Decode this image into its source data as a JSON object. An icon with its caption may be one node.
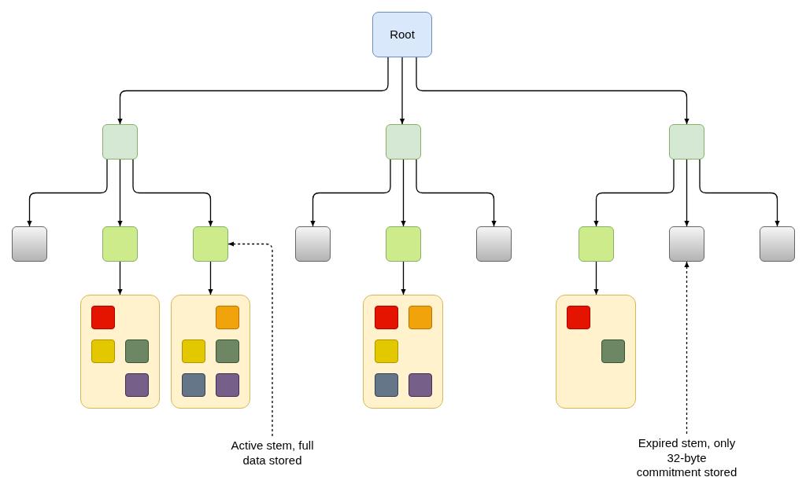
{
  "diagram": {
    "nodes": [
      {
        "text": [
          "Root"
        ]
      },
      {
        "text": [],
        "shape": "box"
      },
      {
        "text": [],
        "shape": "box"
      },
      {
        "text": [],
        "shape": "box"
      },
      {
        "text": [],
        "shape": "box"
      },
      {
        "text": [],
        "shape": "box"
      },
      {
        "text": [],
        "shape": "box"
      },
      {
        "text": [],
        "shape": "box"
      },
      {
        "text": [],
        "shape": "box"
      },
      {
        "text": [],
        "shape": "box"
      },
      {
        "text": [],
        "shape": "box"
      },
      {
        "text": [],
        "shape": "box"
      },
      {
        "text": [],
        "shape": "box"
      },
      {
        "text": [],
        "shape": "box"
      },
      {
        "text": [],
        "shape": "box",
        "in": 13
      },
      {
        "text": [],
        "shape": "box",
        "in": 13
      },
      {
        "text": [],
        "shape": "box",
        "in": 13
      },
      {
        "text": [],
        "shape": "box",
        "in": 13
      },
      {
        "text": [],
        "shape": "box"
      },
      {
        "text": [],
        "shape": "box",
        "in": 18
      },
      {
        "text": [],
        "shape": "box",
        "in": 18
      },
      {
        "text": [],
        "shape": "box",
        "in": 18
      },
      {
        "text": [],
        "shape": "box",
        "in": 18
      },
      {
        "text": [],
        "shape": "box",
        "in": 18
      },
      {
        "text": [],
        "shape": "box"
      },
      {
        "text": [],
        "shape": "box",
        "in": 24
      },
      {
        "text": [],
        "shape": "box",
        "in": 24
      },
      {
        "text": [],
        "shape": "box",
        "in": 24
      },
      {
        "text": [],
        "shape": "box",
        "in": 24
      },
      {
        "text": [],
        "shape": "box",
        "in": 24
      },
      {
        "text": [],
        "shape": "box"
      },
      {
        "text": [],
        "shape": "box",
        "in": 30
      },
      {
        "text": [],
        "shape": "box",
        "in": 30
      },
      {
        "text": [
          "Active stem, full data stored"
        ]
      },
      {
        "text": [
          "Expired stem, only 32-byte commitment stored"
        ]
      }
    ],
    "edges": [
      {
        "from": 0,
        "to": 1,
        "arrow": "to"
      },
      {
        "from": 0,
        "to": 2,
        "arrow": "to"
      },
      {
        "from": 0,
        "to": 3,
        "arrow": "to"
      },
      {
        "from": 1,
        "to": 4,
        "arrow": "to"
      },
      {
        "from": 1,
        "to": 5,
        "arrow": "to"
      },
      {
        "from": 1,
        "to": 6,
        "arrow": "to"
      },
      {
        "from": 2,
        "to": 7,
        "arrow": "to"
      },
      {
        "from": 2,
        "to": 8,
        "arrow": "to"
      },
      {
        "from": 2,
        "to": 9,
        "arrow": "to"
      },
      {
        "from": 3,
        "to": 10,
        "arrow": "to"
      },
      {
        "from": 3,
        "to": 11,
        "arrow": "to"
      },
      {
        "from": 3,
        "to": 12,
        "arrow": "to"
      },
      {
        "from": 5,
        "to": 13,
        "arrow": "to"
      },
      {
        "from": 6,
        "to": 18,
        "arrow": "to"
      },
      {
        "from": 8,
        "to": 24,
        "arrow": "to"
      },
      {
        "from": 10,
        "to": 30,
        "arrow": "to"
      },
      {
        "from": 33,
        "to": 6,
        "arrow": "to",
        "style": "dashed"
      },
      {
        "from": 34,
        "to": 11,
        "arrow": "to",
        "style": "dashed"
      }
    ]
  }
}
